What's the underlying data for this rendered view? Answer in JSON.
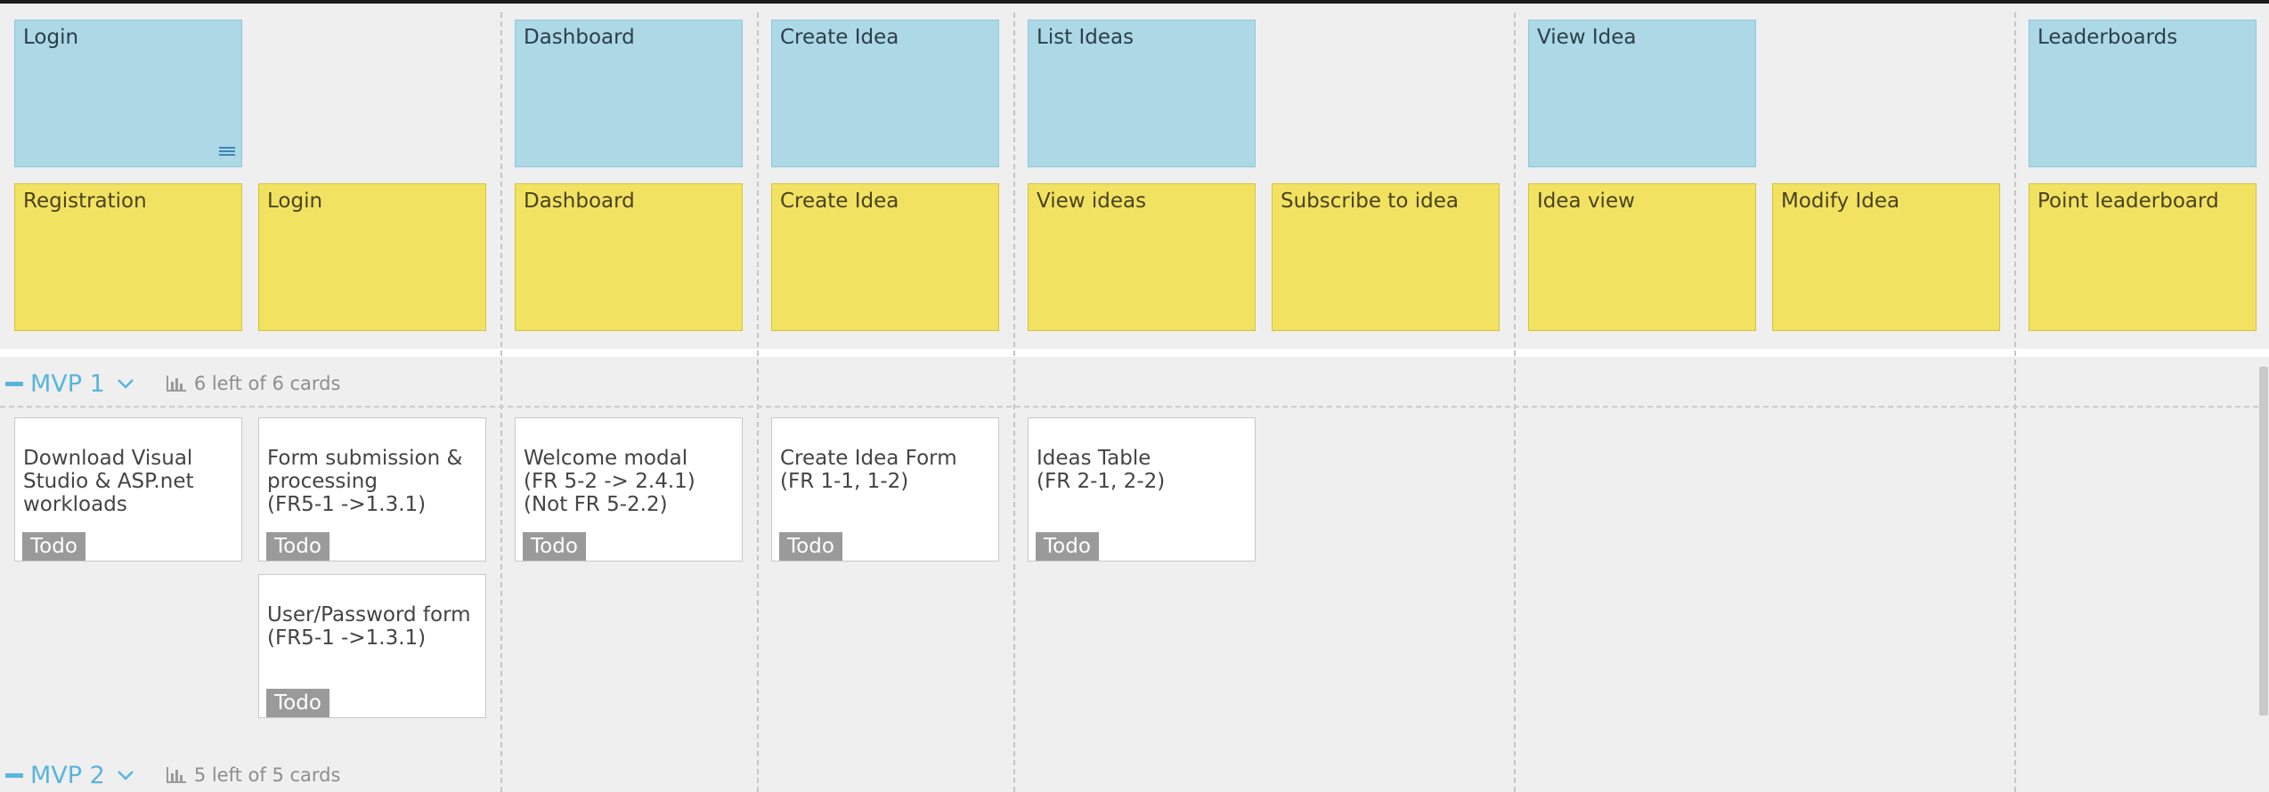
{
  "backbone": {
    "activities": [
      {
        "label": "Login"
      },
      {
        "label": "Dashboard"
      },
      {
        "label": "Create Idea"
      },
      {
        "label": "List Ideas"
      },
      {
        "label": "View Idea"
      },
      {
        "label": "Leaderboards"
      }
    ],
    "steps": [
      {
        "label": "Registration"
      },
      {
        "label": "Login"
      },
      {
        "label": "Dashboard"
      },
      {
        "label": "Create Idea"
      },
      {
        "label": "View ideas"
      },
      {
        "label": "Subscribe to idea"
      },
      {
        "label": "Idea view"
      },
      {
        "label": "Modify Idea"
      },
      {
        "label": "Point leaderboard"
      }
    ]
  },
  "releases": [
    {
      "name": "MVP 1",
      "stats": "6 left of 6 cards",
      "cards": [
        {
          "text": "Download Visual\nStudio & ASP.net\nworkloads",
          "status": "Todo"
        },
        {
          "text": "Form submission &\nprocessing\n(FR5-1 ->1.3.1)",
          "status": "Todo"
        },
        {
          "text": "User/Password form\n(FR5-1 ->1.3.1)",
          "status": "Todo"
        },
        {
          "text": "Welcome modal\n(FR 5-2 -> 2.4.1)\n(Not FR 5-2.2)",
          "status": "Todo"
        },
        {
          "text": "Create Idea Form\n(FR 1-1, 1-2)",
          "status": "Todo"
        },
        {
          "text": "Ideas Table\n(FR 2-1, 2-2)",
          "status": "Todo"
        }
      ]
    },
    {
      "name": "MVP 2",
      "stats": "5 left of 5 cards",
      "cards": []
    }
  ],
  "icons": {
    "description": "description-lines-icon",
    "minus": "minus-icon",
    "chevron": "chevron-down-icon",
    "stats": "bar-chart-icon"
  },
  "colors": {
    "activity": "#add8e6",
    "step": "#f2e262",
    "accent": "#5ab4dc",
    "tag": "#9a9a9a"
  }
}
